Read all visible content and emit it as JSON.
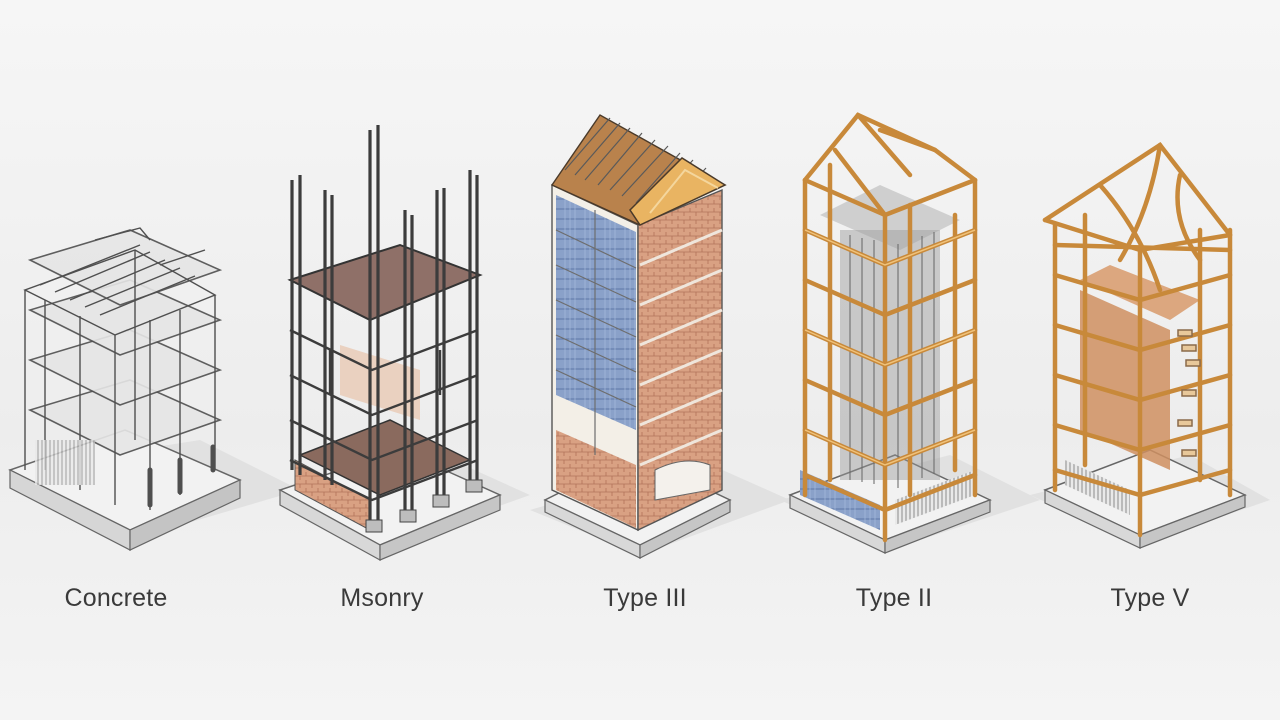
{
  "labels": {
    "concrete": "Concrete",
    "masonry": "Msonry",
    "type3": "Type III",
    "type2": "Type II",
    "type5": "Type V"
  },
  "colors": {
    "background": "#f0f0f0",
    "steel": "#555555",
    "rebar": "#3c3c3c",
    "brick": "#c98a6a",
    "timber": "#c8893a",
    "glass": "#7f97c3",
    "slab": "#d9d9d9"
  }
}
